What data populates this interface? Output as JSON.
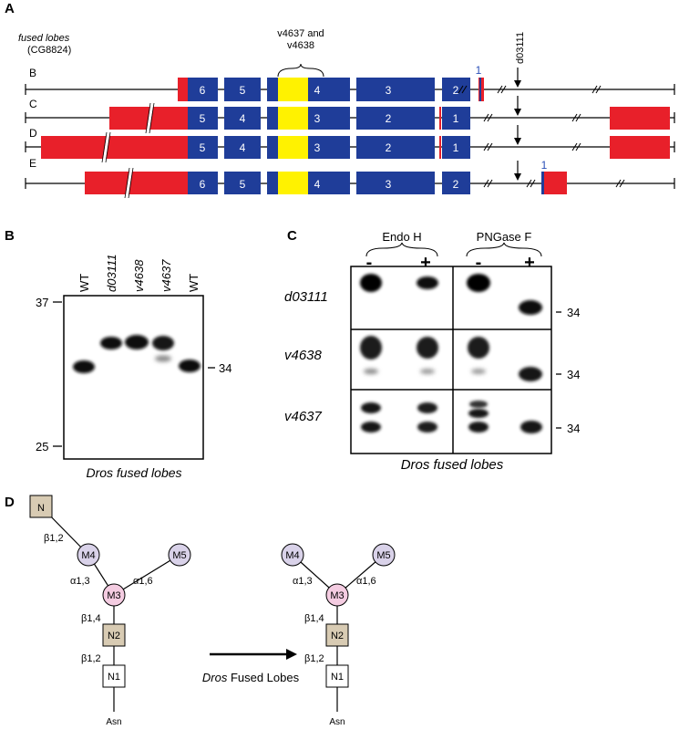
{
  "panels": {
    "a": "A",
    "b": "B",
    "c": "C",
    "d": "D"
  },
  "panel_a": {
    "gene_name": "fused lobes",
    "gene_id": "(CG8824)",
    "rnai_label_line1": "v4637 and",
    "rnai_label_line2": "v4638",
    "insertion_label": "d03111",
    "isoforms": [
      {
        "name": "B",
        "exons": [
          "6",
          "5",
          "4",
          "3",
          "2"
        ],
        "extra_exon": "1"
      },
      {
        "name": "C",
        "exons": [
          "5",
          "4",
          "3",
          "2",
          "1"
        ]
      },
      {
        "name": "D",
        "exons": [
          "5",
          "4",
          "3",
          "2",
          "1"
        ]
      },
      {
        "name": "E",
        "exons": [
          "6",
          "5",
          "4",
          "3",
          "2"
        ],
        "extra_exon": "1"
      }
    ],
    "colors": {
      "coding": "#1f3d99",
      "utr": "#e8202a",
      "rnai_region": "#fff200",
      "extra_exon_label": "#2a4fb8"
    }
  },
  "panel_b": {
    "lanes": [
      "WT",
      "d03111",
      "v4638",
      "v4637",
      "WT"
    ],
    "markers": [
      "37",
      "25"
    ],
    "band_label": "34",
    "caption": "Dros fused lobes"
  },
  "panel_c": {
    "enzymes": [
      "Endo H",
      "PNGase F"
    ],
    "treatments": [
      "-",
      "+",
      "-",
      "+"
    ],
    "rows": [
      "d03111",
      "v4638",
      "v4637"
    ],
    "band_label": "34",
    "caption": "Dros fused lobes"
  },
  "panel_d": {
    "residues": {
      "n": "N",
      "m4": "M4",
      "m5": "M5",
      "m3": "M3",
      "n2": "N2",
      "n1": "N1",
      "asn": "Asn"
    },
    "linkages": {
      "b12": "β1,2",
      "a13": "α1,3",
      "a16": "α1,6",
      "b14": "β1,4"
    },
    "arrow_label_italic": "Dros",
    "arrow_label_rest": " Fused Lobes",
    "colors": {
      "glcnac": "#d8cbb3",
      "man_branch": "#d9d2e9",
      "man_core": "#f4cce1"
    }
  }
}
